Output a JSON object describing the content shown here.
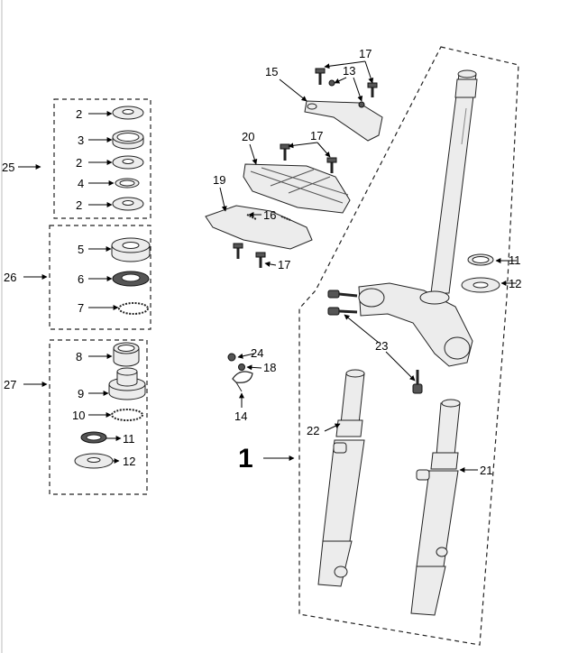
{
  "callouts": {
    "c1": "1",
    "c2a": "2",
    "c2b": "2",
    "c2c": "2",
    "c3": "3",
    "c4": "4",
    "c5": "5",
    "c6": "6",
    "c7": "7",
    "c8": "8",
    "c9": "9",
    "c10": "10",
    "c11a": "11",
    "c11b": "11",
    "c12a": "12",
    "c12b": "12",
    "c13": "13",
    "c14": "14",
    "c15": "15",
    "c16": "16",
    "c17a": "17",
    "c17b": "17",
    "c17c": "17",
    "c18": "18",
    "c19": "19",
    "c20": "20",
    "c21": "21",
    "c22": "22",
    "c23": "23",
    "c24": "24",
    "c25": "25",
    "c26": "26",
    "c27": "27"
  },
  "colors": {
    "line": "#222222",
    "part_fill": "#ececec",
    "background": "#ffffff"
  }
}
